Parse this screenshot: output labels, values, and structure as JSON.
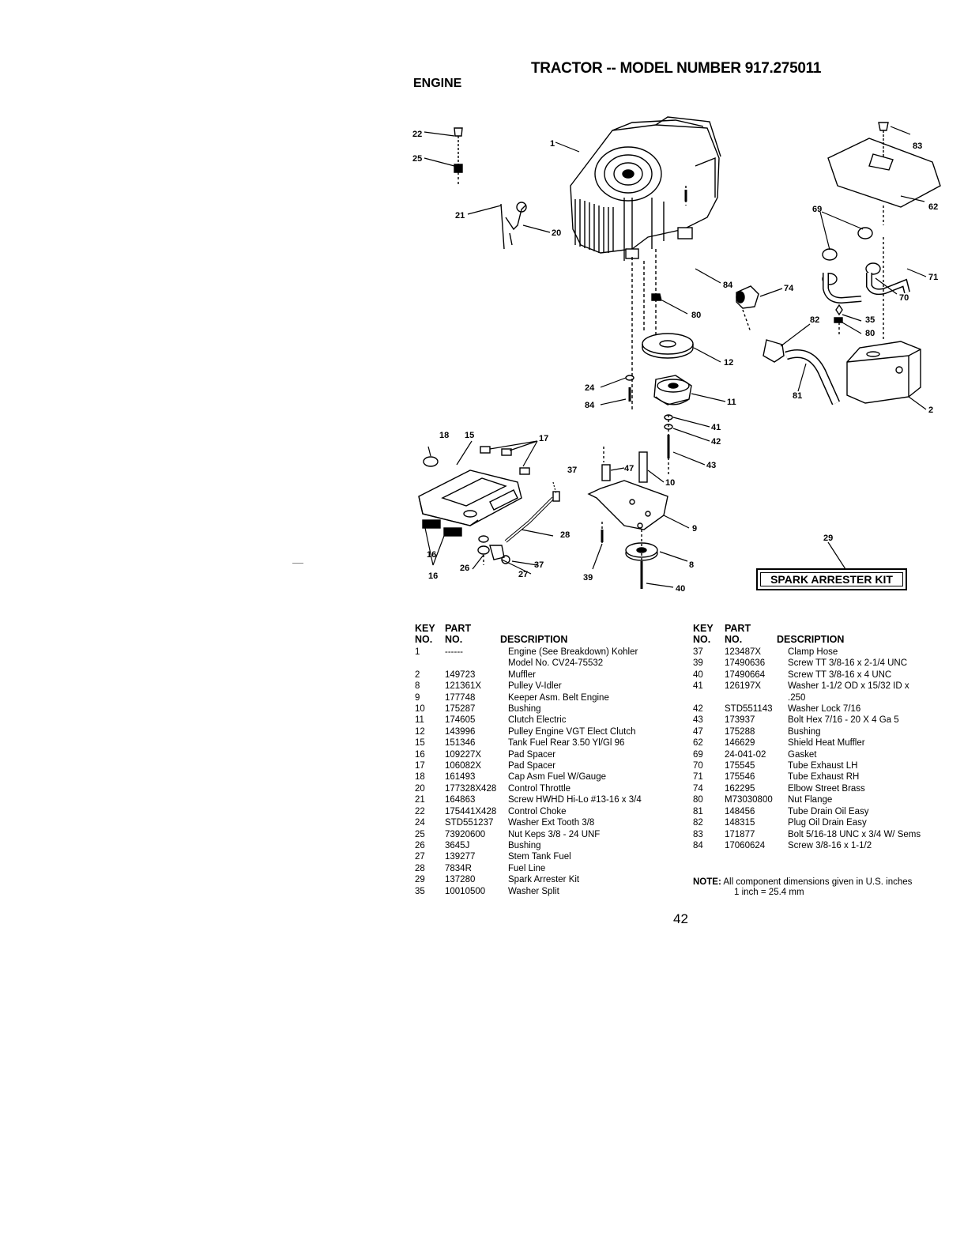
{
  "header": {
    "title": "TRACTOR -- MODEL NUMBER 917.275011",
    "section": "ENGINE"
  },
  "diagram": {
    "callouts": [
      "22",
      "25",
      "1",
      "21",
      "20",
      "83",
      "62",
      "69",
      "71",
      "70",
      "84",
      "74",
      "80",
      "82",
      "35",
      "80",
      "12",
      "24",
      "84",
      "11",
      "81",
      "2",
      "41",
      "42",
      "43",
      "18",
      "15",
      "17",
      "37",
      "47",
      "10",
      "9",
      "28",
      "8",
      "37",
      "26",
      "27",
      "39",
      "40",
      "16",
      "16",
      "29"
    ],
    "kit_label": "SPARK ARRESTER KIT"
  },
  "table_headers": {
    "key": "KEY",
    "no": "NO.",
    "part": "PART",
    "part_no": "NO.",
    "description": "DESCRIPTION"
  },
  "parts_left": [
    {
      "key": "1",
      "part": "------",
      "desc": "Engine (See Breakdown) Kohler"
    },
    {
      "key": "",
      "part": "",
      "desc": "Model No. CV24-75532"
    },
    {
      "key": "2",
      "part": "149723",
      "desc": "Muffler"
    },
    {
      "key": "8",
      "part": "121361X",
      "desc": "Pulley V-Idler"
    },
    {
      "key": "9",
      "part": "177748",
      "desc": "Keeper Asm. Belt Engine"
    },
    {
      "key": "10",
      "part": "175287",
      "desc": "Bushing"
    },
    {
      "key": "11",
      "part": "174605",
      "desc": "Clutch Electric"
    },
    {
      "key": "12",
      "part": "143996",
      "desc": "Pulley Engine VGT Elect Clutch"
    },
    {
      "key": "15",
      "part": "151346",
      "desc": "Tank Fuel Rear 3.50 Yl/Gl 96"
    },
    {
      "key": "16",
      "part": "109227X",
      "desc": "Pad Spacer"
    },
    {
      "key": "17",
      "part": "106082X",
      "desc": "Pad Spacer"
    },
    {
      "key": "18",
      "part": "161493",
      "desc": "Cap Asm Fuel W/Gauge"
    },
    {
      "key": "20",
      "part": "177328X428",
      "desc": "Control Throttle"
    },
    {
      "key": "21",
      "part": "164863",
      "desc": "Screw HWHD Hi-Lo #13-16 x 3/4"
    },
    {
      "key": "22",
      "part": "175441X428",
      "desc": "Control Choke"
    },
    {
      "key": "24",
      "part": "STD551237",
      "desc": "Washer Ext Tooth 3/8"
    },
    {
      "key": "25",
      "part": "73920600",
      "desc": "Nut Keps 3/8 - 24 UNF"
    },
    {
      "key": "26",
      "part": "3645J",
      "desc": "Bushing"
    },
    {
      "key": "27",
      "part": "139277",
      "desc": "Stem Tank Fuel"
    },
    {
      "key": "28",
      "part": "7834R",
      "desc": "Fuel Line"
    },
    {
      "key": "29",
      "part": "137280",
      "desc": "Spark Arrester Kit"
    },
    {
      "key": "35",
      "part": "10010500",
      "desc": "Washer Split"
    }
  ],
  "parts_right": [
    {
      "key": "37",
      "part": "123487X",
      "desc": "Clamp Hose"
    },
    {
      "key": "39",
      "part": "17490636",
      "desc": "Screw TT 3/8-16 x 2-1/4 UNC"
    },
    {
      "key": "40",
      "part": "17490664",
      "desc": "Screw TT 3/8-16 x 4 UNC"
    },
    {
      "key": "41",
      "part": "126197X",
      "desc": "Washer 1-1/2 OD x 15/32 ID x"
    },
    {
      "key": "",
      "part": "",
      "desc": ".250"
    },
    {
      "key": "42",
      "part": "STD551143",
      "desc": "Washer Lock 7/16"
    },
    {
      "key": "43",
      "part": "173937",
      "desc": "Bolt Hex 7/16 - 20 X 4 Ga 5"
    },
    {
      "key": "47",
      "part": "175288",
      "desc": "Bushing"
    },
    {
      "key": "62",
      "part": "146629",
      "desc": "Shield Heat Muffler"
    },
    {
      "key": "69",
      "part": "24-041-02",
      "desc": "Gasket"
    },
    {
      "key": "70",
      "part": "175545",
      "desc": "Tube Exhaust LH"
    },
    {
      "key": "71",
      "part": "175546",
      "desc": "Tube Exhaust RH"
    },
    {
      "key": "74",
      "part": "162295",
      "desc": "Elbow Street Brass"
    },
    {
      "key": "80",
      "part": "M73030800",
      "desc": "Nut Flange"
    },
    {
      "key": "81",
      "part": "148456",
      "desc": "Tube Drain Oil Easy"
    },
    {
      "key": "82",
      "part": "148315",
      "desc": "Plug Oil Drain Easy"
    },
    {
      "key": "83",
      "part": "171877",
      "desc": "Bolt 5/16-18 UNC x 3/4 W/ Sems"
    },
    {
      "key": "84",
      "part": "17060624",
      "desc": "Screw 3/8-16 x 1-1/2"
    }
  ],
  "note": {
    "label": "NOTE:",
    "line1": "All component dimensions given in U.S. inches",
    "line2": "1 inch = 25.4 mm"
  },
  "page_number": "42"
}
